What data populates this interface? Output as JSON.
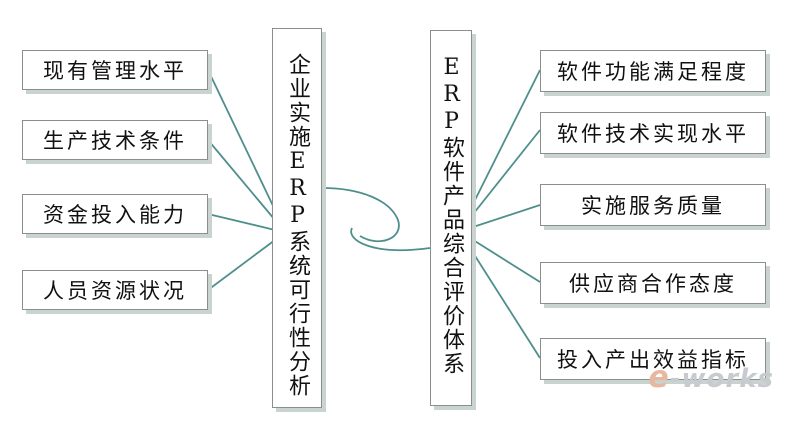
{
  "left_items": [
    "现有管理水平",
    "生产技术条件",
    "资金投入能力",
    "人员资源状况"
  ],
  "center_left_title": "企业实施ERP系统可行性分析",
  "center_right_title": "ERP软件产品综合评价体系",
  "right_items": [
    "软件功能满足程度",
    "软件技术实现水平",
    "实施服务质量",
    "供应商合作态度",
    "投入产出效益指标"
  ],
  "watermark": "e-works",
  "colors": {
    "line": "#4e8f8c",
    "border": "#8a8f8c",
    "shadow": "#c9d3cf"
  }
}
